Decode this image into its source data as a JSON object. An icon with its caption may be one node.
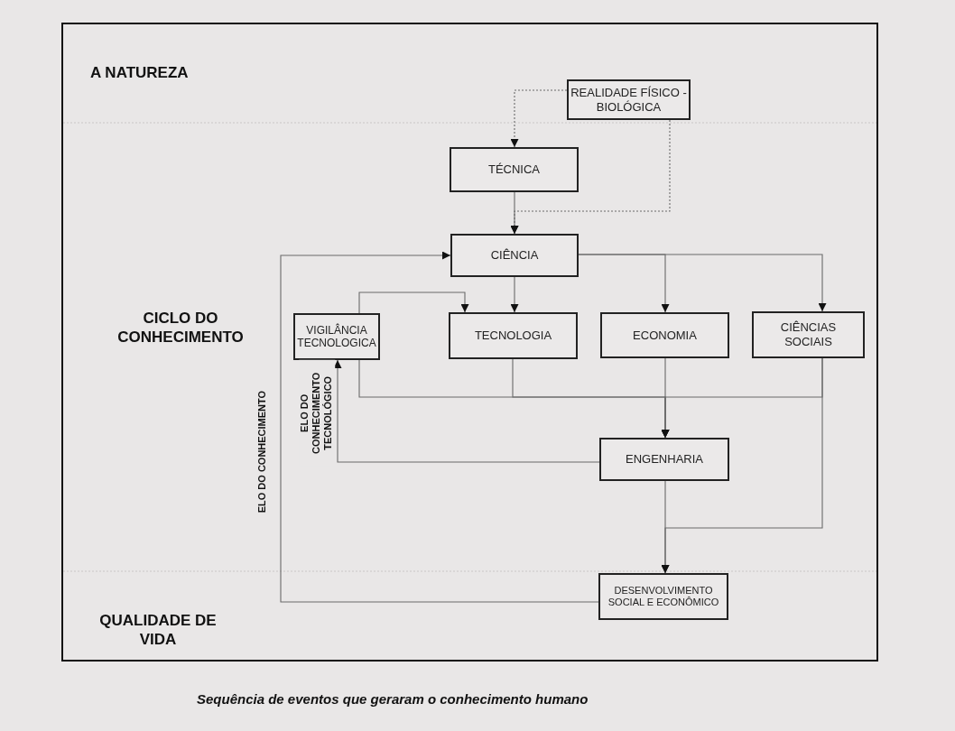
{
  "diagram": {
    "caption": "Sequência de eventos que geraram o conhecimento humano",
    "nodes": [
      {
        "text": [
          "REALIDADE FÍSICO - BIOLÓGICA"
        ]
      },
      {
        "text": [
          "TÉCNICA"
        ]
      },
      {
        "text": [
          "CIÊNCIA"
        ]
      },
      {
        "text": [
          "VIGILÂNCIA TECNOLOGICA"
        ]
      },
      {
        "text": [
          "TECNOLOGIA"
        ]
      },
      {
        "text": [
          "ECONOMIA"
        ]
      },
      {
        "text": [
          "CIÊNCIAS SOCIAIS"
        ]
      },
      {
        "text": [
          "ENGENHARIA"
        ]
      },
      {
        "text": [
          "DESENVOLVIMENTO SOCIAL E ECONÔMICO"
        ]
      }
    ],
    "edges": [
      {
        "from": 0,
        "to": 1,
        "arrow": "to",
        "style": "dashed"
      },
      {
        "from": 0,
        "to": 2,
        "arrow": "to",
        "style": "dashed"
      },
      {
        "from": 1,
        "to": 2,
        "arrow": "to"
      },
      {
        "from": 2,
        "to": 4,
        "arrow": "to"
      },
      {
        "from": 2,
        "to": 5,
        "arrow": "to"
      },
      {
        "from": 2,
        "to": 6,
        "arrow": "to"
      },
      {
        "from": 3,
        "to": 4,
        "arrow": "to"
      },
      {
        "from": 3,
        "to": 7,
        "arrow": "to"
      },
      {
        "from": 4,
        "to": 7,
        "arrow": "to"
      },
      {
        "from": 5,
        "to": 7,
        "arrow": "to"
      },
      {
        "from": 6,
        "to": 7,
        "arrow": "to"
      },
      {
        "from": 7,
        "to": 3,
        "arrow": "to",
        "label": "ELO DO CONHECIMENTO TECNOLÓGICO"
      },
      {
        "from": 7,
        "to": 8,
        "arrow": "to"
      },
      {
        "from": 6,
        "to": 8,
        "arrow": "to"
      },
      {
        "from": 8,
        "to": 2,
        "arrow": "to",
        "label": "ELO DO CONHECIMENTO"
      }
    ],
    "labels": [
      "A NATUREZA",
      "CICLO DO CONHECIMENTO",
      "QUALIDADE DE VIDA"
    ]
  }
}
